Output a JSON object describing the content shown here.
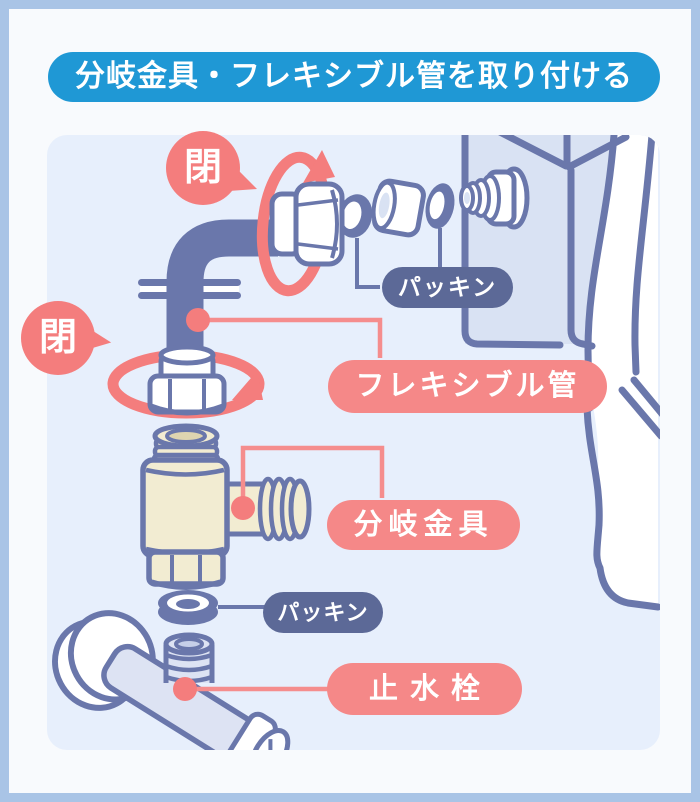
{
  "title": "分岐金具・フレキシブル管を取り付ける",
  "callouts": {
    "close_top": "閉",
    "close_left": "閉",
    "packing_top": "パッキン",
    "flexible_pipe": "フレキシブル管",
    "branch_fitting": "分岐金具",
    "packing_bottom": "パッキン",
    "stop_valve": "止水栓"
  },
  "colors": {
    "frame": "#a9c4e6",
    "page_bg": "#f8fafd",
    "panel_bg": "#e7effc",
    "title_bg": "#1f98d5",
    "outline_ink": "#6a77ab",
    "navy_label_bg": "#5c6997",
    "accent_red": "#f47d7d",
    "pink_label_bg": "#f58888",
    "fitting_cream": "#f2ecd2",
    "valve_lavender": "#dde3f3",
    "tank_fill": "#d9e2f3"
  }
}
